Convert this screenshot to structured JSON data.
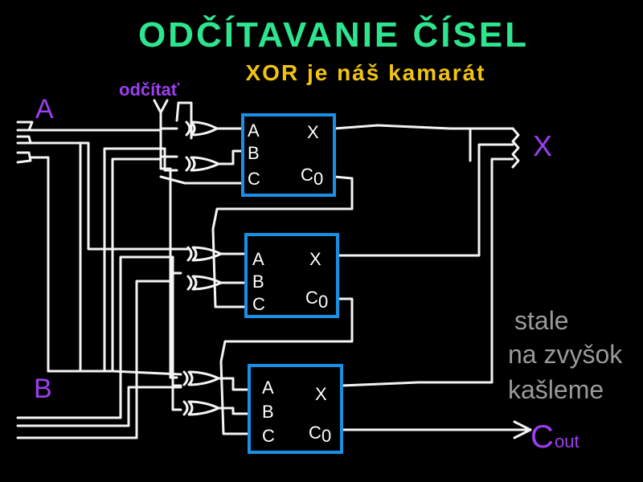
{
  "title": "ODČÍTAVANIE ČÍSEL",
  "subtitle": "XOR je náš kamarát",
  "subtract_label": "odčítať",
  "input_a_label": "A",
  "input_b_label": "B",
  "output_x_label": "X",
  "carry_out_label": "C",
  "carry_out_sub": "out",
  "note_lines": [
    "stale",
    "na zvyšok",
    "kašleme"
  ],
  "adder": {
    "pin_a": "A",
    "pin_b": "B",
    "pin_c": "C",
    "out_x": "X",
    "out_c": "C",
    "out_c_sub": "0"
  },
  "colors": {
    "title": "#2ee58f",
    "subtitle": "#f2c40f",
    "label": "#9b3ff0",
    "box": "#1a8fe6",
    "note": "#9a9a9a",
    "wire": "#f4f4f4"
  }
}
